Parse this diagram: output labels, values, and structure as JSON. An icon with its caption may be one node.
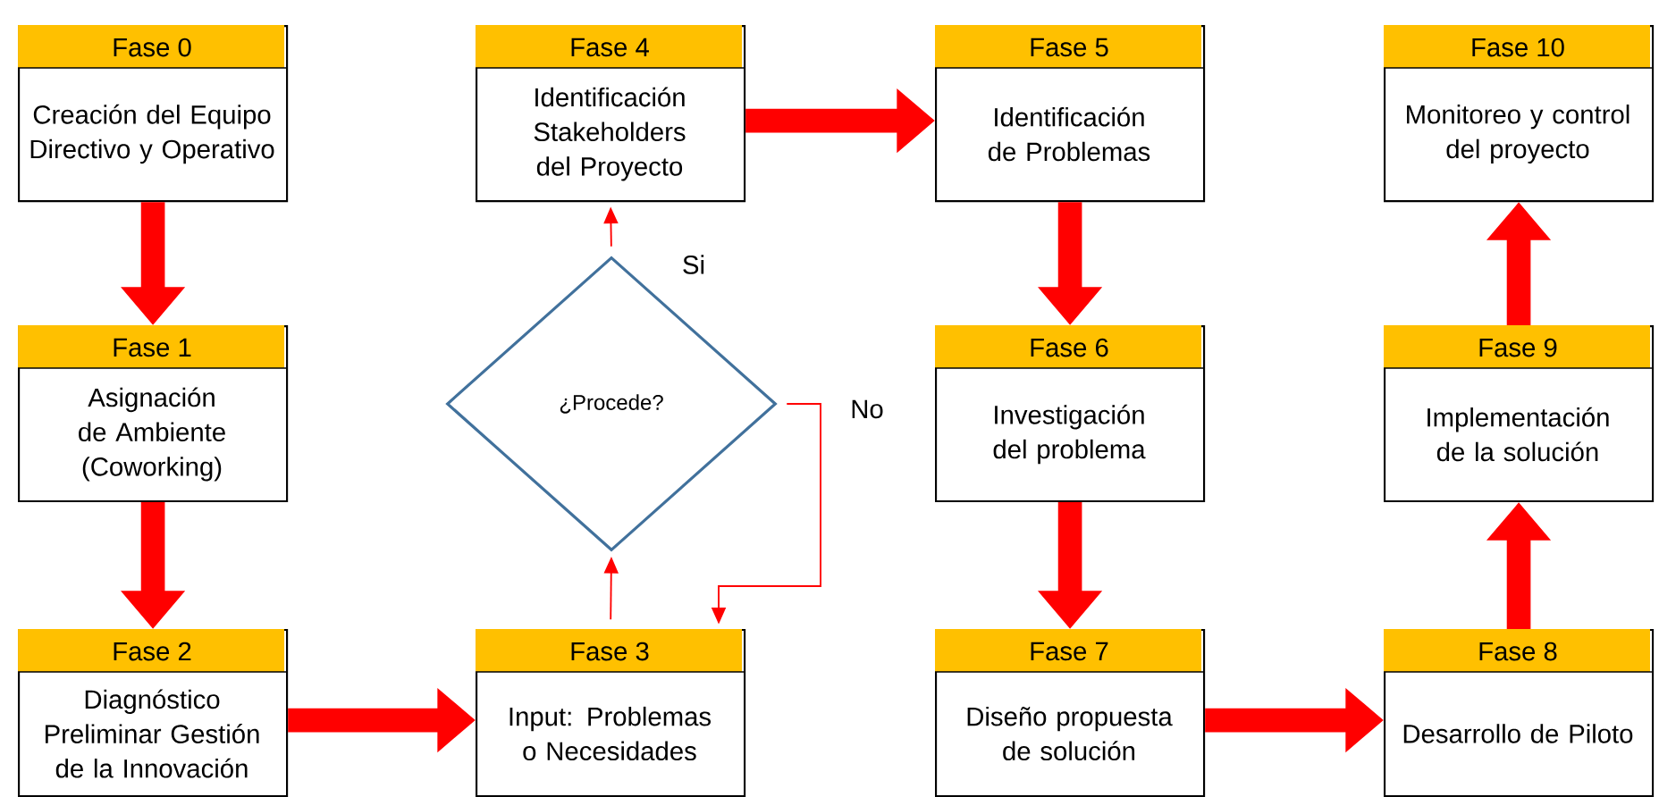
{
  "diagram": {
    "nodes": [
      {
        "text": [
          "Fase 0",
          "Creación del Equipo Directivo y Operativo"
        ]
      },
      {
        "text": [
          "Fase 1",
          "Asignación de Ambiente (Coworking)"
        ]
      },
      {
        "text": [
          "Fase 2",
          "Diagnóstico Preliminar Gestión de la Innovación"
        ]
      },
      {
        "text": [
          "Fase 3",
          "Input: Problemas o Necesidades"
        ]
      },
      {
        "text": [
          "¿Procede?"
        ]
      },
      {
        "text": [
          "Fase 4",
          "Identificación Stakeholders del Proyecto"
        ]
      },
      {
        "text": [
          "Fase 5",
          "Identificación de Problemas"
        ]
      },
      {
        "text": [
          "Fase 6",
          "Investigación del problema"
        ]
      },
      {
        "text": [
          "Fase 7",
          "Diseño propuesta de solución"
        ]
      },
      {
        "text": [
          "Fase 8",
          "Desarrollo de Piloto"
        ]
      },
      {
        "text": [
          "Fase 9",
          "Implementación de la solución"
        ]
      },
      {
        "text": [
          "Fase 10",
          "Monitoreo y control del proyecto"
        ]
      }
    ],
    "edges": [
      {
        "from": 0,
        "to": 1,
        "arrow": "to"
      },
      {
        "from": 1,
        "to": 2,
        "arrow": "to"
      },
      {
        "from": 2,
        "to": 3,
        "arrow": "to"
      },
      {
        "from": 3,
        "to": 4,
        "arrow": "to"
      },
      {
        "from": 4,
        "to": 5,
        "arrow": "to",
        "label": "Si"
      },
      {
        "from": 4,
        "to": 3,
        "arrow": "to",
        "label": "No"
      },
      {
        "from": 5,
        "to": 6,
        "arrow": "to"
      },
      {
        "from": 6,
        "to": 7,
        "arrow": "to"
      },
      {
        "from": 7,
        "to": 8,
        "arrow": "to"
      },
      {
        "from": 8,
        "to": 9,
        "arrow": "to"
      },
      {
        "from": 9,
        "to": 10,
        "arrow": "to"
      },
      {
        "from": 10,
        "to": 11,
        "arrow": "to"
      }
    ]
  }
}
